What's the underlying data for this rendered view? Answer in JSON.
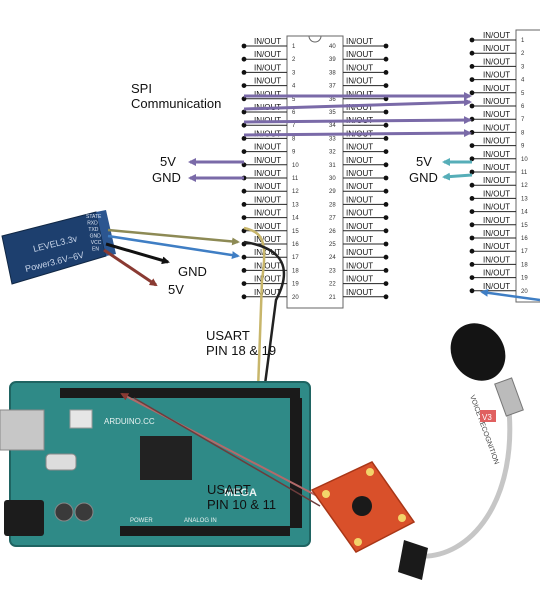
{
  "chip_pin_label": "IN/OUT",
  "chip1": {
    "left_pins": [
      "1",
      "2",
      "3",
      "4",
      "5",
      "6",
      "7",
      "8",
      "9",
      "10",
      "11",
      "12",
      "13",
      "14",
      "15",
      "16",
      "17",
      "18",
      "19",
      "20"
    ],
    "right_pins": [
      "40",
      "39",
      "38",
      "37",
      "36",
      "35",
      "34",
      "33",
      "32",
      "31",
      "30",
      "29",
      "28",
      "27",
      "26",
      "25",
      "24",
      "23",
      "22",
      "21"
    ]
  },
  "chip2": {
    "left_pins": [
      "1",
      "2",
      "3",
      "4",
      "5",
      "6",
      "7",
      "8",
      "9",
      "10",
      "11",
      "12",
      "13",
      "14",
      "15",
      "16",
      "17",
      "18",
      "19",
      "20"
    ]
  },
  "labels": {
    "spi_line1": "SPI",
    "spi_line2": "Communication",
    "v5_a": "5V",
    "gnd_a": "GND",
    "v5_b": "5V",
    "gnd_b": "GND",
    "gnd_bt": "GND",
    "v5_bt": "5V",
    "usart1_line1": "USART",
    "usart1_line2": "PIN 18 & 19",
    "usart2_line1": "USART",
    "usart2_line2": "PIN 10 & 11"
  },
  "bt_module": {
    "text1": "LEVEL3.3v",
    "text2": "Power3.6V~6V",
    "pin_labels": [
      "STATE",
      "RXD",
      "TXD",
      "GND",
      "VCC",
      "EN"
    ]
  },
  "arduino": {
    "brand": "ARDUINO.CC",
    "model": "MEGA",
    "power_label": "POWER",
    "analog_label": "ANALOG IN"
  },
  "voice_module": {
    "vertical_text": "VOICE RECOGNITION",
    "badge": "V3"
  },
  "colors": {
    "purple": "#7a6aa8",
    "teal": "#56aeb8",
    "olive": "#8d8a55",
    "blue": "#3f7ec4",
    "black": "#111111",
    "maroon": "#8a3a32",
    "board": "#2f8a87",
    "module": "#d9502a"
  }
}
